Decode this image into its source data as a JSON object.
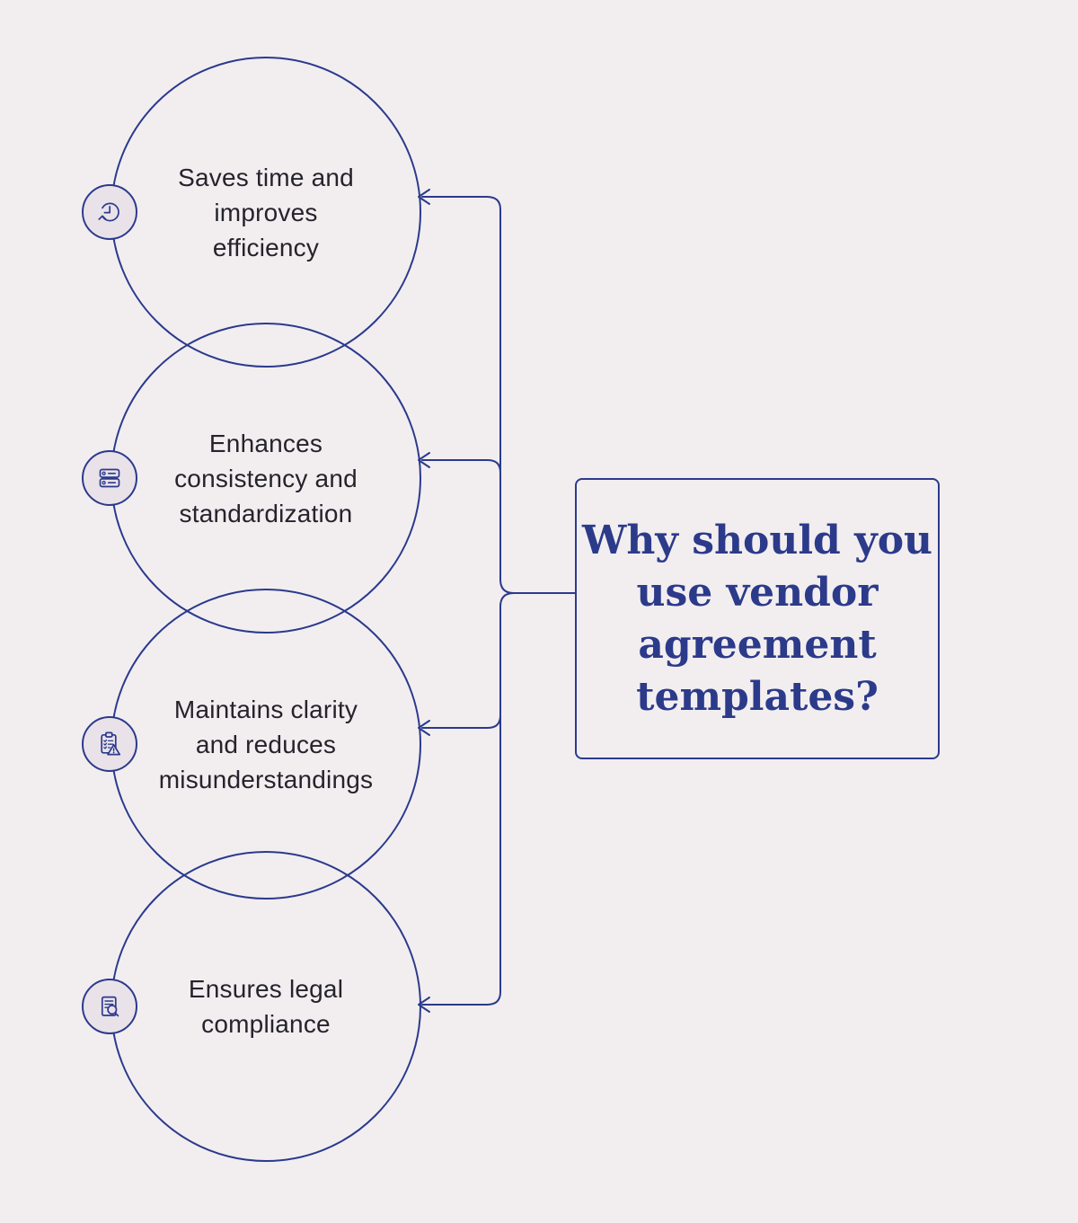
{
  "colors": {
    "background": "#f2eef0",
    "navy": "#2b3a8c",
    "title_text": "#2c3a8a",
    "label_text": "#25232b",
    "badge_fill": "#e9e2e9"
  },
  "question_box": {
    "title": "Why should you\nuse vendor\nagreement\ntemplates?"
  },
  "benefits": [
    {
      "label": "Saves time and\nimproves\nefficiency",
      "icon": "history-clock-icon"
    },
    {
      "label": "Enhances\nconsistency and\nstandardization",
      "icon": "server-stack-icon"
    },
    {
      "label": "Maintains clarity\nand reduces\nmisunderstandings",
      "icon": "clipboard-warning-icon"
    },
    {
      "label": "Ensures legal\ncompliance",
      "icon": "document-search-icon"
    }
  ]
}
